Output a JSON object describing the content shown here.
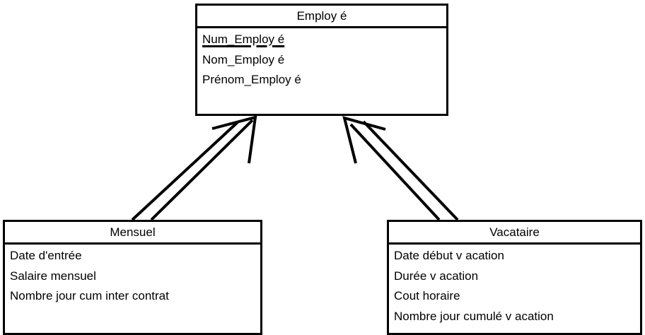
{
  "entities": {
    "employe": {
      "title": "Employ é",
      "attributes": [
        "Num_Employ é",
        "Nom_Employ é",
        "Prénom_Employ é"
      ]
    },
    "mensuel": {
      "title": "Mensuel",
      "attributes": [
        "Date d'entrée",
        "Salaire mensuel",
        "Nombre jour cum inter contrat"
      ]
    },
    "vacataire": {
      "title": "Vacataire",
      "attributes": [
        "Date début v acation",
        "Durée v acation",
        "Cout horaire",
        "Nombre jour cumulé v acation"
      ]
    }
  },
  "relations": [
    {
      "from": "mensuel",
      "to": "employe",
      "kind": "inheritance"
    },
    {
      "from": "vacataire",
      "to": "employe",
      "kind": "inheritance"
    }
  ],
  "colors": {
    "line": "#000000",
    "background": "#ffffff"
  }
}
